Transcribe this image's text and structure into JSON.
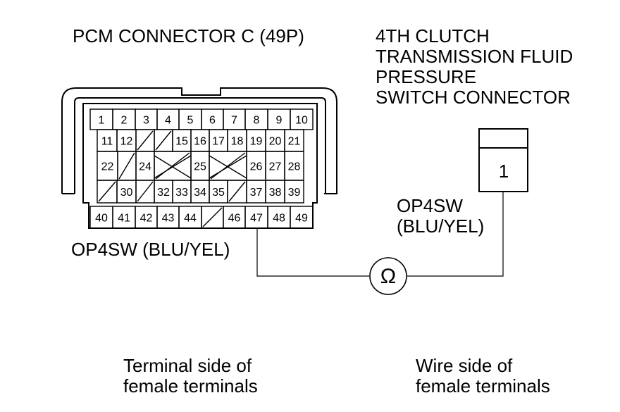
{
  "pcm_connector": {
    "title": "PCM CONNECTOR C (49P)",
    "wire_label": "OP4SW (BLU/YEL)",
    "rows": [
      [
        "1",
        "2",
        "3",
        "4",
        "5",
        "6",
        "7",
        "8",
        "9",
        "10"
      ],
      [
        "11",
        "12",
        "",
        "",
        "15",
        "16",
        "17",
        "18",
        "19",
        "20",
        "21"
      ],
      [
        "22",
        "",
        "24",
        "",
        "25",
        "",
        "26",
        "27",
        "28"
      ],
      [
        "",
        "30",
        "",
        "32",
        "33",
        "34",
        "35",
        "",
        "37",
        "38",
        "39"
      ],
      [
        "40",
        "41",
        "42",
        "43",
        "44",
        "",
        "46",
        "47",
        "48",
        "49"
      ]
    ]
  },
  "switch_connector": {
    "title_lines": [
      "4TH CLUTCH",
      "TRANSMISSION FLUID",
      "PRESSURE",
      "SWITCH CONNECTOR"
    ],
    "pin": "1",
    "wire_label_lines": [
      "OP4SW",
      "(BLU/YEL)"
    ]
  },
  "meter": {
    "symbol": "Ω"
  },
  "captions": {
    "left": [
      "Terminal side of",
      "female terminals"
    ],
    "right": [
      "Wire side of",
      "female terminals"
    ]
  }
}
